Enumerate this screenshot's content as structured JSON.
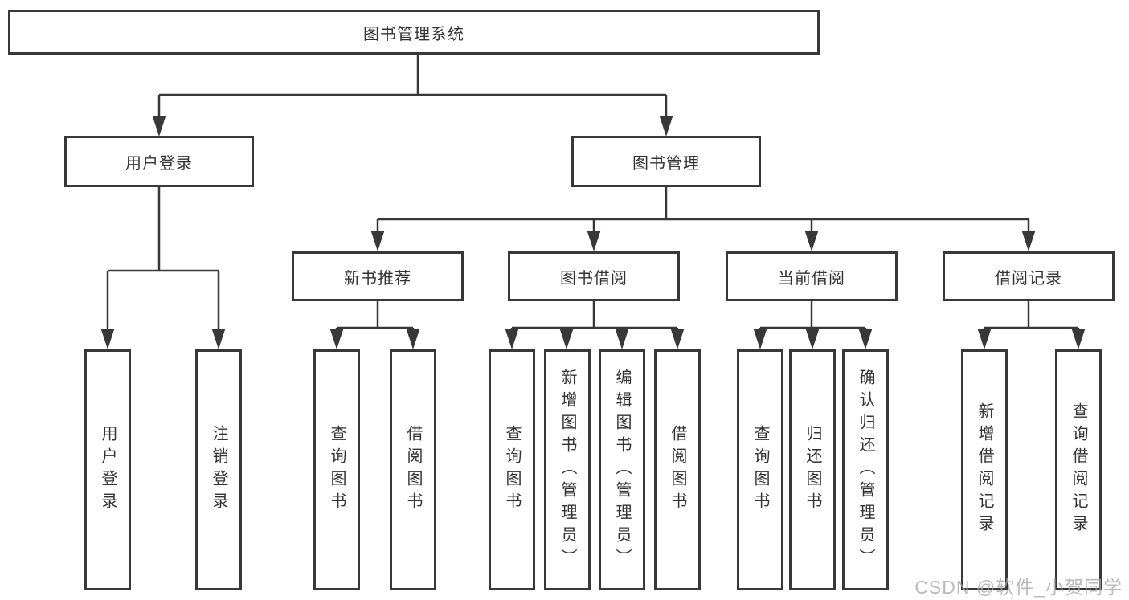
{
  "diagram": {
    "root": {
      "label": "图书管理系统"
    },
    "branches": [
      {
        "label": "用户登录"
      },
      {
        "label": "图书管理"
      }
    ],
    "modules": [
      {
        "label": "新书推荐"
      },
      {
        "label": "图书借阅"
      },
      {
        "label": "当前借阅"
      },
      {
        "label": "借阅记录"
      }
    ],
    "leaves": [
      {
        "label": "用户登录"
      },
      {
        "label": "注销登录"
      },
      {
        "label": "查询图书"
      },
      {
        "label": "借阅图书"
      },
      {
        "label": "查询图书"
      },
      {
        "label": "新增图书（管理员）"
      },
      {
        "label": "编辑图书（管理员）"
      },
      {
        "label": "借阅图书"
      },
      {
        "label": "查询图书"
      },
      {
        "label": "归还图书"
      },
      {
        "label": "确认归还（管理员）"
      },
      {
        "label": "新增借阅记录"
      },
      {
        "label": "查询借阅记录"
      }
    ]
  },
  "watermark": {
    "text": "CSDN @软件_小贺同学"
  },
  "colors": {
    "line": "#383838",
    "box_border": "#383838",
    "text": "#333333",
    "background": "#ffffff",
    "watermark": "#a9a9a9"
  }
}
